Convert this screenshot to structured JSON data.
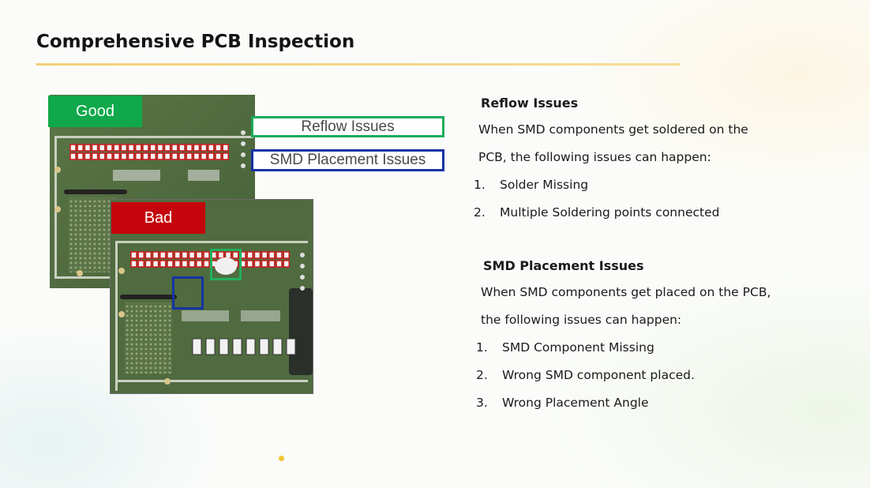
{
  "slide": {
    "title": "Comprehensive PCB Inspection"
  },
  "figure": {
    "good_label": "Good",
    "bad_label": "Bad",
    "legend": {
      "reflow": "Reflow Issues",
      "smd": "SMD Placement Issues"
    },
    "colors": {
      "good": "#0fa84a",
      "bad": "#c4050c",
      "reflow_marker": "#20b05e",
      "smd_marker": "#1533a3",
      "board": "#4f6a3e"
    }
  },
  "reflow": {
    "heading": "Reflow Issues",
    "line1": "When SMD components get soldered on the",
    "line2": "PCB, the following issues can happen:",
    "items": [
      {
        "num": "1.",
        "text": "Solder Missing"
      },
      {
        "num": "2.",
        "text": "Multiple Soldering points connected"
      }
    ]
  },
  "smd": {
    "heading": "SMD Placement Issues",
    "line1": "When SMD components get placed on the PCB,",
    "line2": "the following issues can happen:",
    "items": [
      {
        "num": "1.",
        "text": "SMD Component Missing"
      },
      {
        "num": "2.",
        "text": "Wrong SMD component placed."
      },
      {
        "num": "3.",
        "text": "Wrong Placement Angle"
      }
    ]
  }
}
